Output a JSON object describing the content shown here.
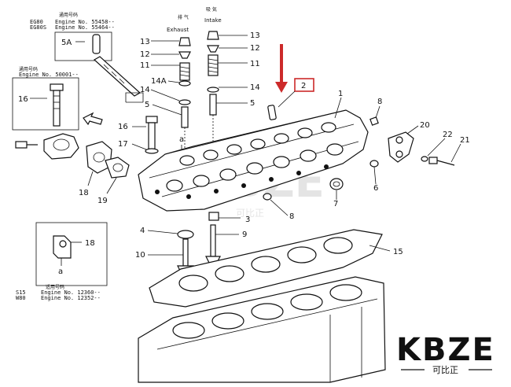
{
  "colors": {
    "line": "#111111",
    "highlight": "#cc2a2a",
    "watermark": "#c9c9c9",
    "brand": "#111111"
  },
  "callouts": {
    "c1": "1",
    "c2": "2",
    "c3": "3",
    "c4": "4",
    "c5a": "5",
    "c5b": "5",
    "c6": "6",
    "c7": "7",
    "c8a": "8",
    "c8b": "8",
    "c9": "9",
    "c10": "10",
    "c11a": "11",
    "c11b": "11",
    "c12a": "12",
    "c12b": "12",
    "c13a": "13",
    "c13b": "13",
    "c14a": "14",
    "c14b": "14",
    "c14A": "14A",
    "c15": "15",
    "c16a": "16",
    "c16b": "16",
    "c17": "17",
    "c18a": "18",
    "c18b": "18",
    "c19": "19",
    "c20": "20",
    "c21": "21",
    "c22": "22",
    "a1": "a",
    "a2": "a",
    "box5A": "5A"
  },
  "notes": {
    "top_model1": "EG80",
    "top_model2": "EG80S",
    "top_engine1": "Engine No. 55458--",
    "top_engine2": "Engine No. 55464--",
    "mid_engine": "Engine No. 50001--",
    "bot_model1": "S15",
    "bot_model2": "W80",
    "bot_engine1": "Engine No. 12360--",
    "bot_engine2": "Engine No. 12352--",
    "exhaust": "Exhaust",
    "intake": "Intake"
  },
  "watermark": {
    "text": "KBZE",
    "sub": "可比正"
  },
  "brand": {
    "name": "KBZE",
    "sub": "可比正"
  }
}
